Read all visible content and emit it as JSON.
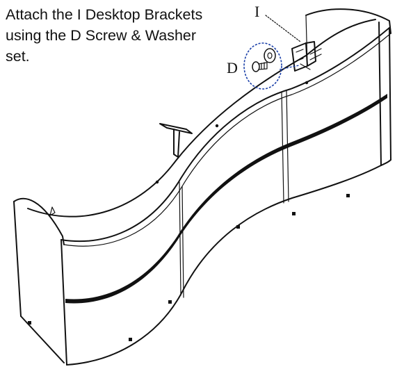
{
  "instruction": {
    "lines": [
      "Attach the I Desktop Brackets",
      "using the D Screw & Washer",
      "set."
    ]
  },
  "labels": {
    "part_i": "I",
    "part_d": "D"
  },
  "colors": {
    "line": "#111111",
    "callout": "#1a3fa8",
    "background": "#ffffff"
  }
}
